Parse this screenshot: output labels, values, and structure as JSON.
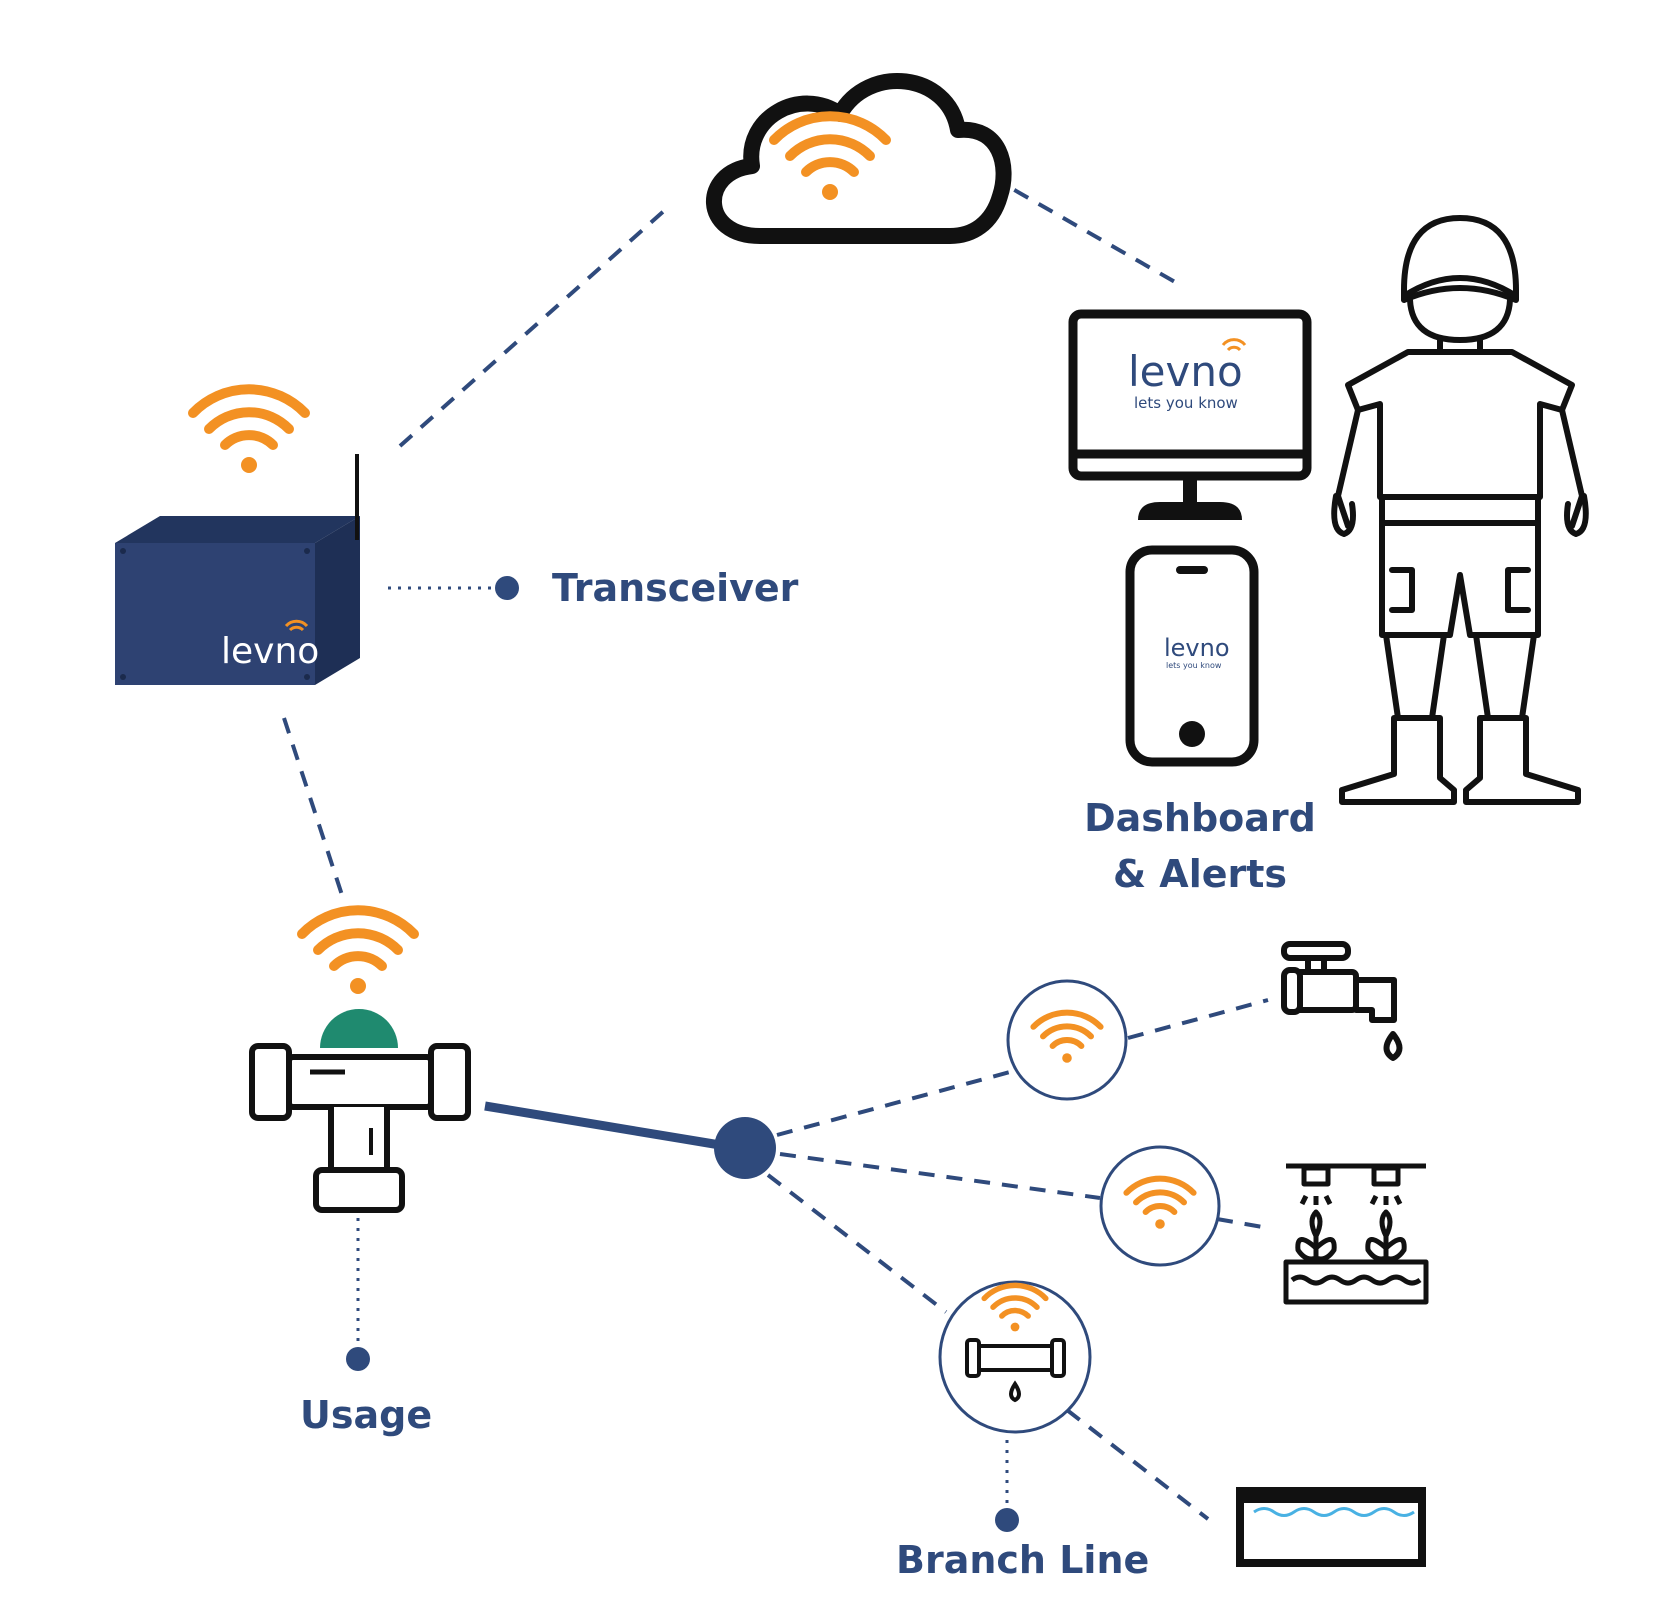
{
  "labels": {
    "transceiver": "Transceiver",
    "dashboard_line1": "Dashboard",
    "dashboard_line2": "& Alerts",
    "usage": "Usage",
    "branch_line": "Branch Line"
  },
  "branding": {
    "box_logo": "levno",
    "monitor_logo": "levno",
    "monitor_tagline": "lets you know",
    "phone_logo": "levno",
    "phone_tagline": "lets you know"
  },
  "colors": {
    "navy": "#2f4a7c",
    "box_blue": "#2e4272",
    "orange": "#f39123",
    "green": "#1f8a6f",
    "black": "#111111",
    "water": "#49b1e3"
  },
  "icons": [
    "cloud-icon",
    "wifi-icon",
    "transceiver-box-icon",
    "monitor-icon",
    "phone-icon",
    "farmer-icon",
    "pipe-tee-icon",
    "faucet-icon",
    "sprinkler-plants-icon",
    "water-trough-icon",
    "leaking-pipe-icon"
  ]
}
